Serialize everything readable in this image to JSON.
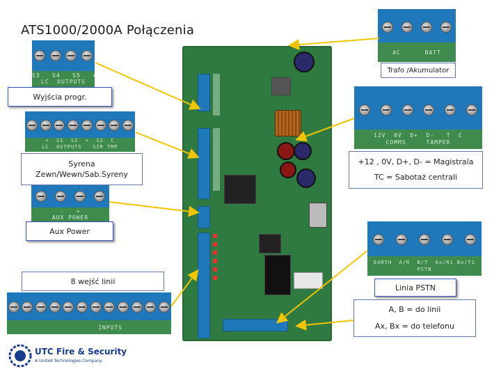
{
  "title": "ATS1000/2000A Połączenia",
  "labels": {
    "outputs": "Wyjścia progr.",
    "siren_line1": "Syrena",
    "siren_line2": "Zewn/Wewn/Sab.Syreny",
    "aux": "Aux Power",
    "inputs": "8 wejść linii",
    "power": "Trafo /Akumulator",
    "bus_line1": "+12 , 0V, D+, D- = Magistrala",
    "bus_line2": "TC = Sabotaż centrali",
    "pstn": "Linia PSTN",
    "pstn_desc1": "A, B = do linii",
    "pstn_desc2": "Ax, Bx = do telefonu"
  },
  "photo_text": {
    "lc_outputs": "S3   S4   S5   +\nLC  OUTPUTS",
    "siren_block": "+  S1  S2  +  S2  C\nLC  OUTPUTS   SIR TMP",
    "aux_block": "-   +\nAUX POWER",
    "power_block": "AC      BATT",
    "comms_block": "12V  0V  D+  D-   T  C\nCOMMS     TAMPER",
    "pstn_block": "EARTH  A/R  B/T  Ax/R1 Bx/T1\nPSTN",
    "inputs_block": "INPUTS"
  },
  "logo": {
    "name": "UTC Fire & Security",
    "tagline": "A United Technologies Company"
  },
  "colors": {
    "terminal_blue": "#1e78b9",
    "pcb_green": "#3f8a4d",
    "arrow_yellow": "#f2c400",
    "logo_blue": "#1a3d8f"
  }
}
